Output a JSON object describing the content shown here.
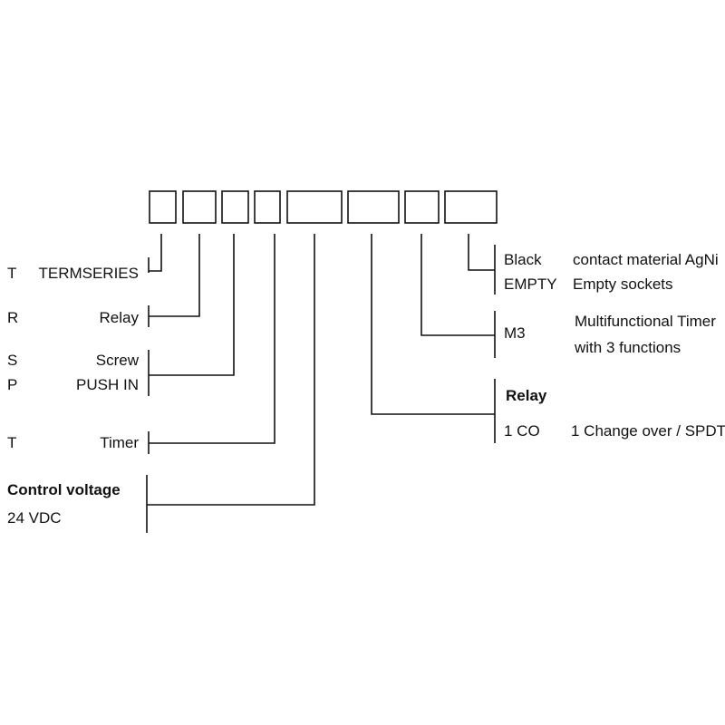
{
  "left_groups": {
    "series": {
      "code": "T",
      "text": "TERMSERIES"
    },
    "type": {
      "code": "R",
      "text": "Relay"
    },
    "connection": {
      "screw": {
        "code": "S",
        "text": "Screw"
      },
      "push_in": {
        "code": "P",
        "text": "PUSH IN"
      }
    },
    "function": {
      "code": "T",
      "text": "Timer"
    },
    "control_voltage": {
      "heading": "Control voltage",
      "value": "24 VDC"
    }
  },
  "right_groups": {
    "contact": {
      "black": {
        "code": "Black",
        "desc": "contact material AgNi"
      },
      "empty": {
        "code": "EMPTY",
        "desc": "Empty sockets"
      }
    },
    "timer": {
      "code": "M3",
      "desc_line1": "Multifunctional Timer",
      "desc_line2": "with 3 functions"
    },
    "relay": {
      "heading": "Relay",
      "code": "1 CO",
      "desc": "1 Change over / SPDT"
    }
  }
}
